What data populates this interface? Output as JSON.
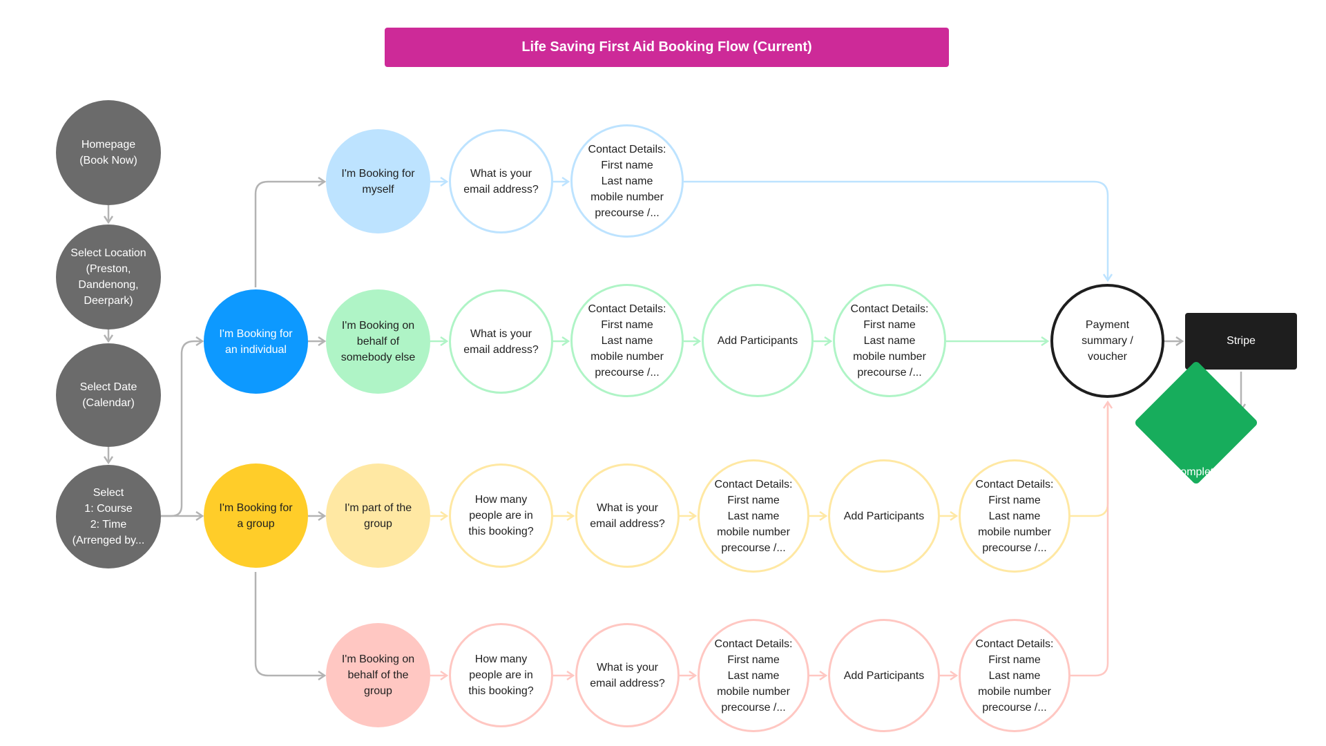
{
  "title": "Life Saving First Aid Booking Flow (Current)",
  "colors": {
    "title_bg": "#cd2a98",
    "start_gray": "#6b6b6b",
    "individual": "#0d99ff",
    "myself": "#bde3ff",
    "somebody": "#aff4c6",
    "group": "#ffcd29",
    "part_of_group": "#ffe8a3",
    "behalf_group": "#ffc7c2",
    "line_gray": "#b3b3b3",
    "line_blue": "#bde3ff",
    "line_green": "#aff4c6",
    "line_yellow": "#ffe8a3",
    "line_pink": "#ffc7c2",
    "stripe_bg": "#1e1e1e",
    "complete_bg": "#17ad5c"
  },
  "start": {
    "homepage": "Homepage\n(Book Now)",
    "location": "Select Location\n(Preston,\nDandenong,\nDeerpark)",
    "date": "Select Date\n(Calendar)",
    "course": "Select\n1: Course\n2: Time\n(Arrenged by..."
  },
  "branch": {
    "individual": "I'm Booking for\nan individual",
    "group": "I'm Booking for\na group"
  },
  "row_myself": {
    "who": "I'm Booking for\nmyself",
    "email": "What is your\nemail address?",
    "contact": "Contact Details:\nFirst name\nLast name\nmobile number\nprecourse /..."
  },
  "row_somebody": {
    "who": "I'm Booking on\nbehalf of\nsomebody else",
    "email": "What is your\nemail address?",
    "contact1": "Contact Details:\nFirst name\nLast name\nmobile number\nprecourse /...",
    "participants": "Add Participants",
    "contact2": "Contact Details:\nFirst name\nLast name\nmobile number\nprecourse /..."
  },
  "row_part_group": {
    "who": "I'm part of the\ngroup",
    "how_many": "How many\npeople are in\nthis booking?",
    "email": "What is your\nemail address?",
    "contact1": "Contact Details:\nFirst name\nLast name\nmobile number\nprecourse /...",
    "participants": "Add Participants",
    "contact2": "Contact Details:\nFirst name\nLast name\nmobile number\nprecourse /..."
  },
  "row_behalf_group": {
    "who": "I'm Booking on\nbehalf of the\ngroup",
    "how_many": "How many\npeople are in\nthis booking?",
    "email": "What is your\nemail address?",
    "contact1": "Contact Details:\nFirst name\nLast name\nmobile number\nprecourse /...",
    "participants": "Add Participants",
    "contact2": "Contact Details:\nFirst name\nLast name\nmobile number\nprecourse /..."
  },
  "end": {
    "payment": "Payment\nsummary /\nvoucher",
    "stripe": "Stripe",
    "complete": "Complete"
  }
}
